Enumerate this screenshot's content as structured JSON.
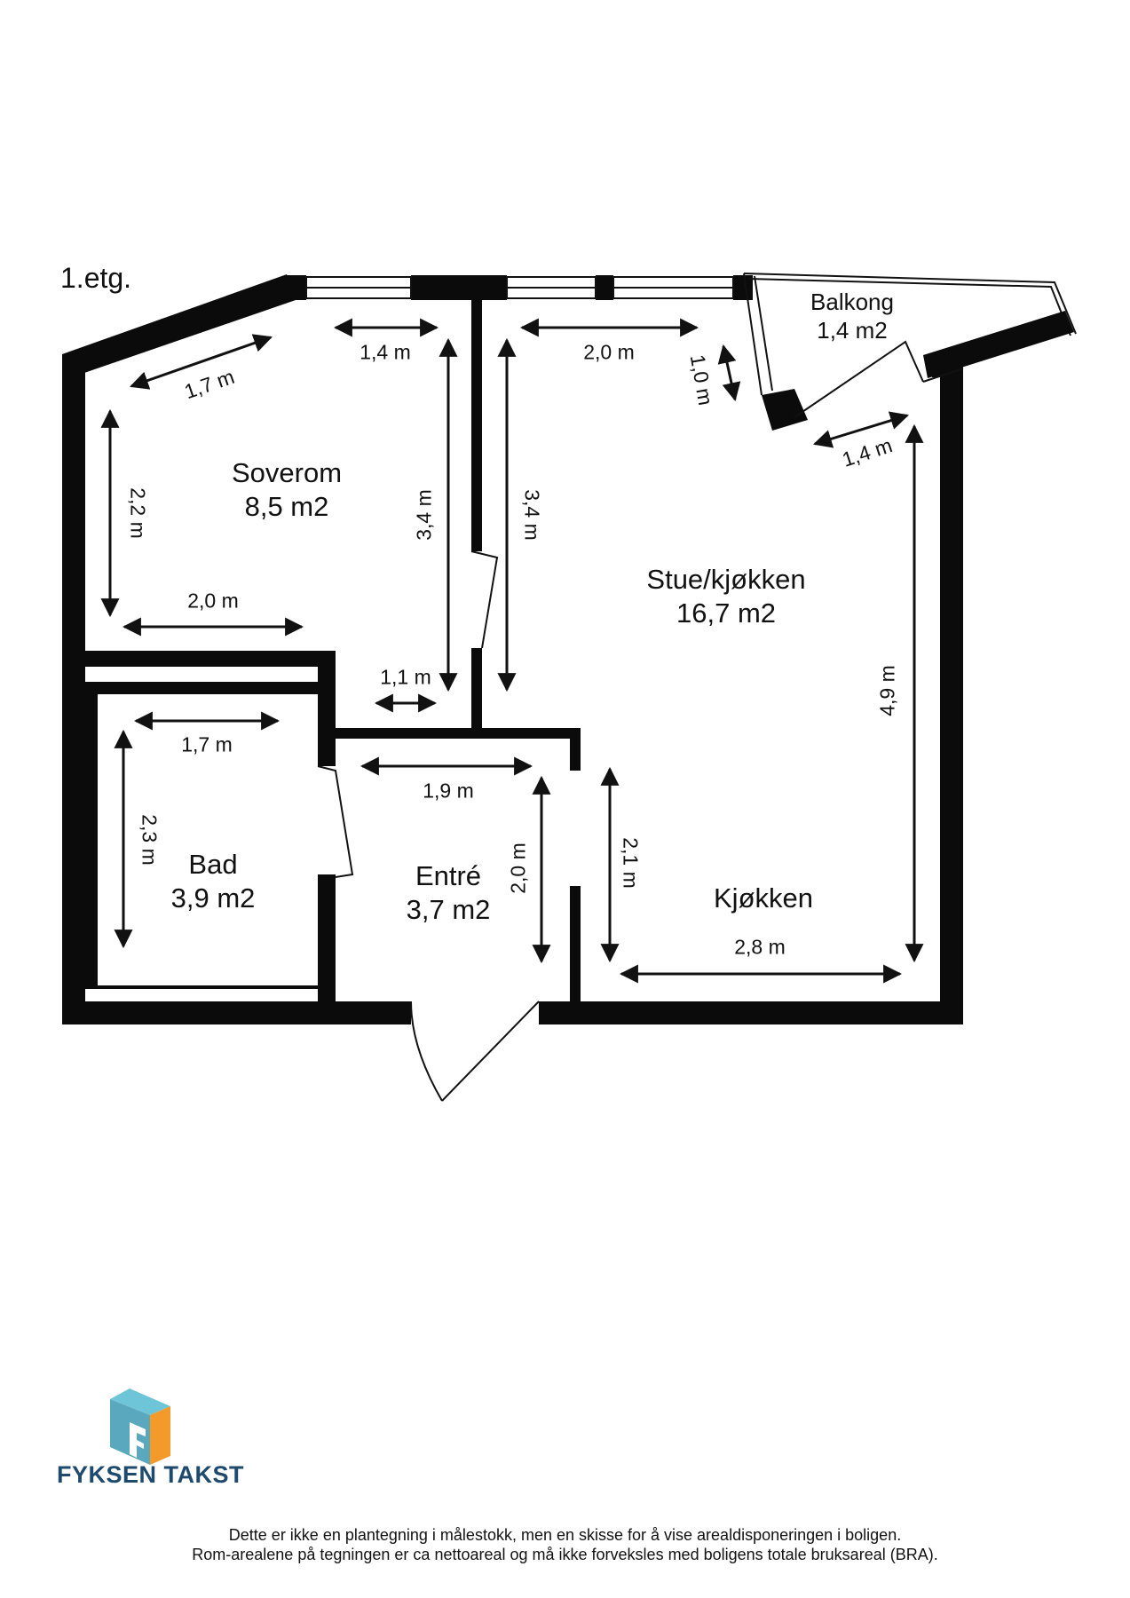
{
  "floor_label": "1.etg.",
  "rooms": {
    "soverom": {
      "name": "Soverom",
      "area": "8,5 m2"
    },
    "stue": {
      "name": "Stue/kjøkken",
      "area": "16,7 m2"
    },
    "balkong": {
      "name": "Balkong",
      "area": "1,4 m2"
    },
    "bad": {
      "name": "Bad",
      "area": "3,9 m2"
    },
    "entre": {
      "name": "Entré",
      "area": "3,7 m2"
    },
    "kjokken": {
      "name": "Kjøkken"
    }
  },
  "dimensions": {
    "soverom_diag": "1,7 m",
    "soverom_top": "1,4 m",
    "soverom_left": "2,2 m",
    "soverom_bottom": "2,0 m",
    "soverom_right": "3,4 m",
    "soverom_door": "1,1 m",
    "stue_top": "2,0 m",
    "stue_left": "3,4 m",
    "balkong_door": "1,0 m",
    "stue_diag": "1,4 m",
    "stue_right": "4,9 m",
    "bad_top": "1,7 m",
    "bad_left": "2,3 m",
    "entre_top": "1,9 m",
    "entre_right": "2,0 m",
    "kjokken_left": "2,1 m",
    "kjokken_bottom": "2,8 m"
  },
  "brand": {
    "name": "FYKSEN TAKST",
    "colors": {
      "orange": "#f39a2b",
      "blue": "#6fc5d8",
      "navy": "#1e4a6e"
    }
  },
  "disclaimer": {
    "line1": "Dette er ikke en plantegning i målestokk, men en skisse for å vise arealdisponeringen i boligen.",
    "line2": "Rom-arealene på tegningen er ca nettoareal og må ikke forveksles med boligens totale bruksareal (BRA)."
  }
}
